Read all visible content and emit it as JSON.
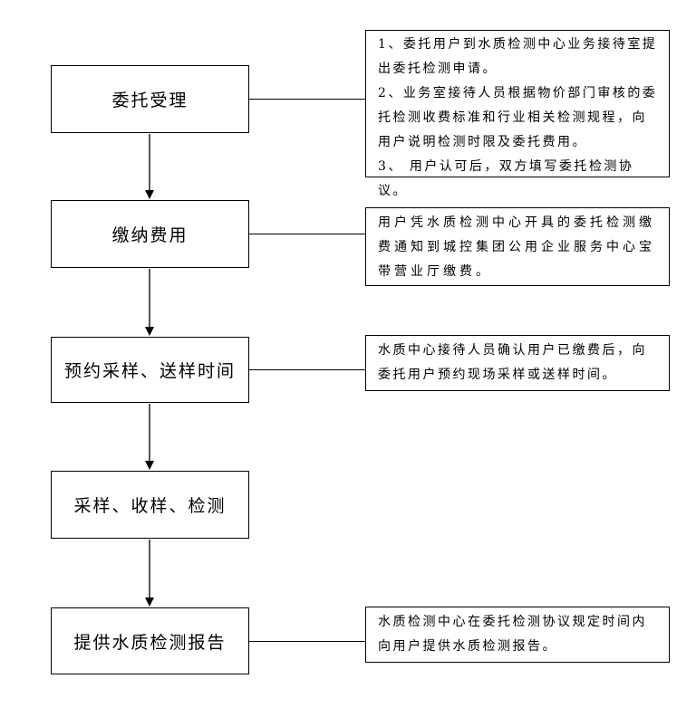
{
  "diagram": {
    "type": "flowchart",
    "direction": "top-down",
    "colors": {
      "background": "#ffffff",
      "box_border": "#000000",
      "connector_line": "#000000",
      "arrow_shaft": "#555555",
      "arrow_head": "#000000",
      "text": "#000000"
    },
    "steps": [
      {
        "label": "委托受理"
      },
      {
        "label": "缴纳费用"
      },
      {
        "label": "预约采样、送样时间"
      },
      {
        "label": "采样、收样、检测"
      },
      {
        "label": "提供水质检测报告"
      }
    ],
    "annotations": [
      {
        "attached_to_step": "委托受理",
        "text": "1、委托用户到水质检测中心业务接待室提\n出委托检测申请。\n2、业务室接待人员根据物价部门审核的委\n托检测收费标准和行业相关检测规程，向\n用户说明检测时限及委托费用。\n3、 用户认可后，双方填写委托检测协议。"
      },
      {
        "attached_to_step": "缴纳费用",
        "text": "用户凭水质检测中心开具的委托检测缴\n费通知到城控集团公用企业服务中心宝\n带营业厅缴费。"
      },
      {
        "attached_to_step": "预约采样、送样时间",
        "text": "水质中心接待人员确认用户已缴费后，向\n委托用户预约现场采样或送样时间。"
      },
      {
        "attached_to_step": "提供水质检测报告",
        "text": "水质检测中心在委托检测协议规定时间内\n向用户提供水质检测报告。"
      }
    ]
  }
}
